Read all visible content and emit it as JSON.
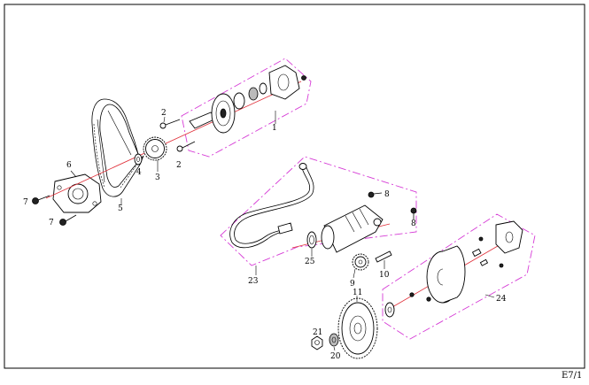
{
  "page": {
    "code": "E7/1"
  },
  "callouts": {
    "c1": "1",
    "c2a": "2",
    "c2b": "2",
    "c3": "3",
    "c4": "4",
    "c5": "5",
    "c6": "6",
    "c7a": "7",
    "c7b": "7",
    "c8a": "8",
    "c8b": "8",
    "c9": "9",
    "c10": "10",
    "c11": "11",
    "c20": "20",
    "c21": "21",
    "c23": "23",
    "c24": "24",
    "c25": "25"
  },
  "colors": {
    "group_outline": "#d63cd6",
    "centerline": "#e0303a",
    "ink": "#000000"
  }
}
